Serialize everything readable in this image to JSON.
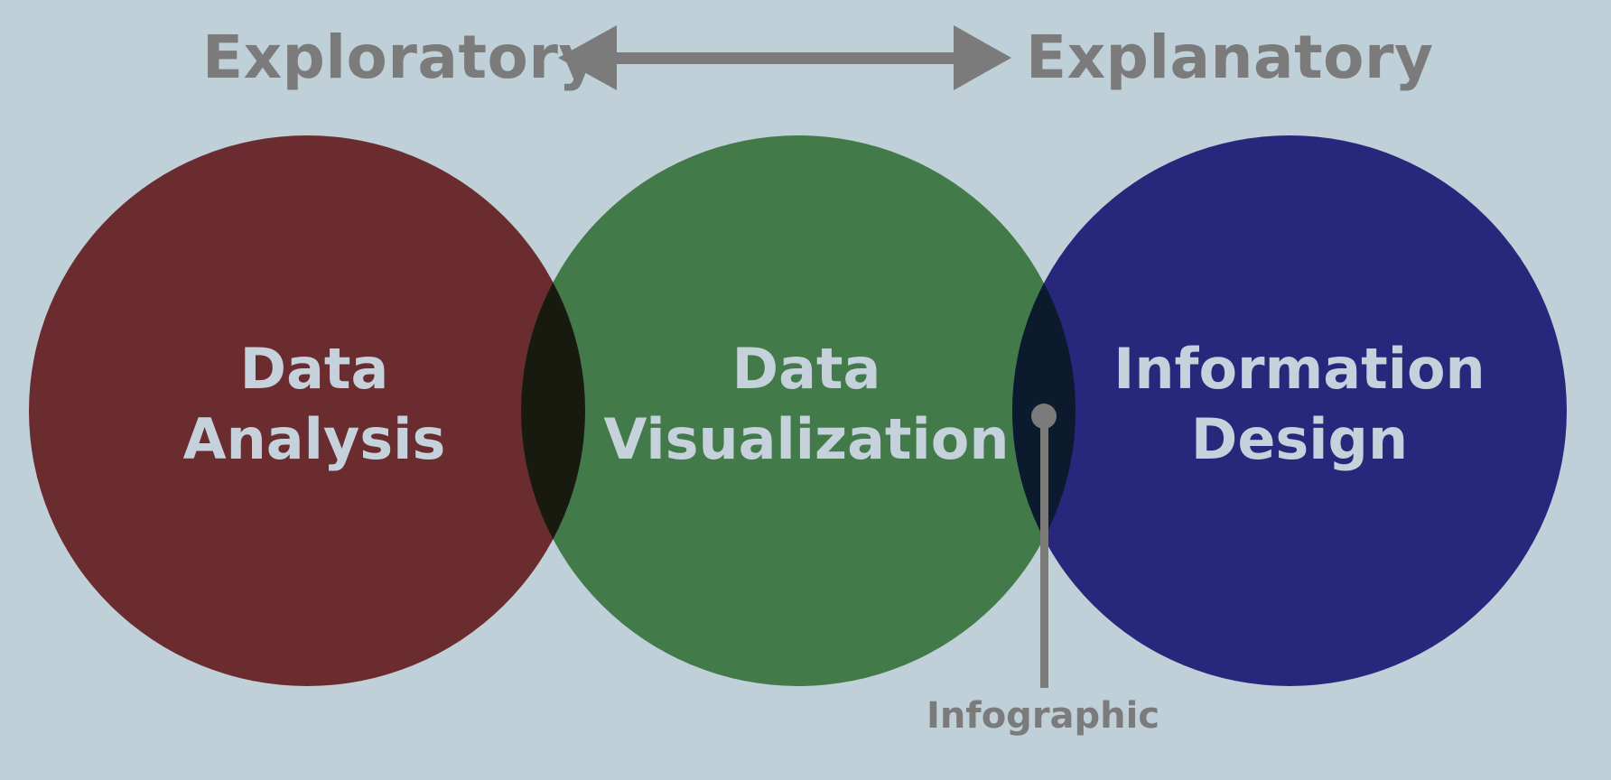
{
  "spectrum": {
    "left_label": "Exploratory",
    "right_label": "Explanatory"
  },
  "circles": [
    {
      "line1": "Data",
      "line2": "Analysis",
      "color": "#6a2c2e"
    },
    {
      "line1": "Data",
      "line2": "Visualization",
      "color": "#437a4a"
    },
    {
      "line1": "Information",
      "line2": "Design",
      "color": "#27277b"
    }
  ],
  "overlaps": {
    "analysis_visualization_color": "#181a10",
    "visualization_design_color": "#0b1a2c"
  },
  "callout": {
    "label": "Infographic"
  },
  "colors": {
    "background": "#c0d0d8",
    "arrow": "#7b7b7b",
    "label_text": "#c5d2dc"
  }
}
